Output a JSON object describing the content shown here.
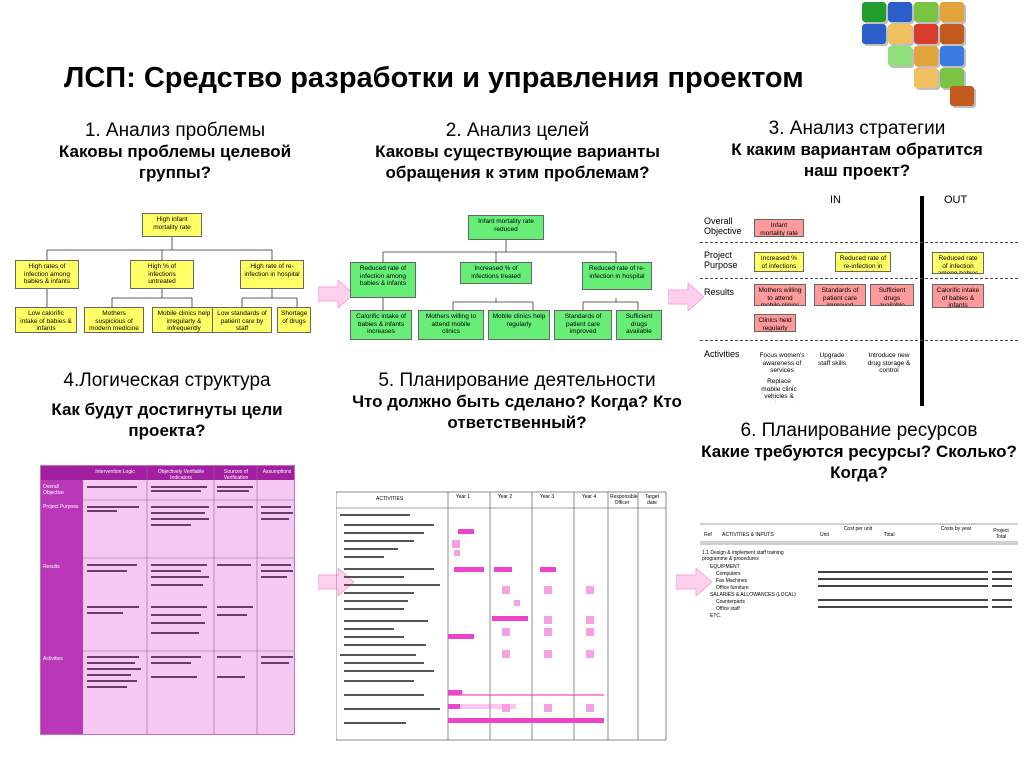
{
  "title": "ЛСП: Средство разработки и управления проектом",
  "sections": {
    "s1": {
      "heading": "1. Анализ проблемы",
      "question": "Каковы проблемы целевой группы?"
    },
    "s2": {
      "heading": "2. Анализ целей",
      "question": "Каковы существующие варианты обращения к этим проблемам?"
    },
    "s3": {
      "heading": "3. Анализ стратегии",
      "question": "К каким вариантам обратится наш проект?"
    },
    "s4": {
      "heading": "4.Логическая структура",
      "question": "Как будут достигнуты цели проекта?"
    },
    "s5": {
      "heading": "5. Планирование деятельности",
      "question": "Что должно быть сделано? Когда? Кто ответственный?"
    },
    "s6": {
      "heading": "6. Планирование ресурсов",
      "question": "Какие требуются ресурсы? Сколько? Когда?"
    }
  },
  "problem_tree": {
    "top": "High infant mortality rate",
    "mid": [
      "High rates of infection among babies & infants",
      "High % of infections untreated",
      "High rate of re-infection in hospital"
    ],
    "bottom": [
      "Low calorific intake of babies & infants",
      "Mothers suspicious of modern medicine",
      "Mobile clinics help irregularly & infrequently",
      "Low standards of patient care by staff",
      "Shortage of drugs"
    ]
  },
  "objective_tree": {
    "top": "Infant mortality rate reduced",
    "mid": [
      "Reduced rate of infection among babies & infants",
      "Increased % of infections treated",
      "Reduced rate of re-infection in hospital"
    ],
    "bottom": [
      "Calorific intake of babies & infants increases",
      "Mothers willing to attend mobile clinics",
      "Mobile clinics help regularly",
      "Standards of patient care improved",
      "Sufficient drugs available"
    ]
  },
  "strategy": {
    "in_label": "IN",
    "out_label": "OUT",
    "rows": [
      "Overall Objective",
      "Project Purpose",
      "Results",
      "Activities"
    ],
    "overall": "Infant mortality rate reduced",
    "purpose": [
      "Increased % of infections treated",
      "Reduced rate of re-infection in hospital",
      "Reduced rate of infection among babies & infants"
    ],
    "results": [
      "Mothers willing to attend mobile clinics",
      "Standards of patient care improved",
      "Sufficient drugs available",
      "Calorific intake of babies & infants increased",
      "Clinics held regularly"
    ],
    "activities": [
      "Focus women's awareness of services available",
      "Upgrade staff skills",
      "Introduce new drug storage & control procedure",
      "Replace mobile clinic vehicles & equipment"
    ]
  },
  "logframe": {
    "headers": [
      "Intervention Logic",
      "Objectively Verifiable Indicators",
      "Sources of Verification",
      "Assumptions"
    ],
    "rows": [
      "Overall Objective",
      "Project Purpose",
      "Results",
      "Activities"
    ]
  },
  "activity_plan": {
    "headers": [
      "ACTIVITIES",
      "Year 1",
      "Year 2",
      "Year 3",
      "Year 4",
      "Responsible Officer",
      "Target date"
    ]
  },
  "resource_plan": {
    "headers": [
      "Ref",
      "ACTIVITIES & INPUTS",
      "Unit",
      "Cost per unit",
      "Total",
      "Costs by year",
      "Project Total"
    ],
    "rows": [
      "1.1 Design & implement staff training programme & procedures",
      "EQUIPMENT",
      "Computers",
      "Fax Machines",
      "Office furniture",
      "SALARIES & ALLOWANCES (LOCAL)",
      "Counterparts",
      "Office staff",
      "ETC."
    ]
  }
}
